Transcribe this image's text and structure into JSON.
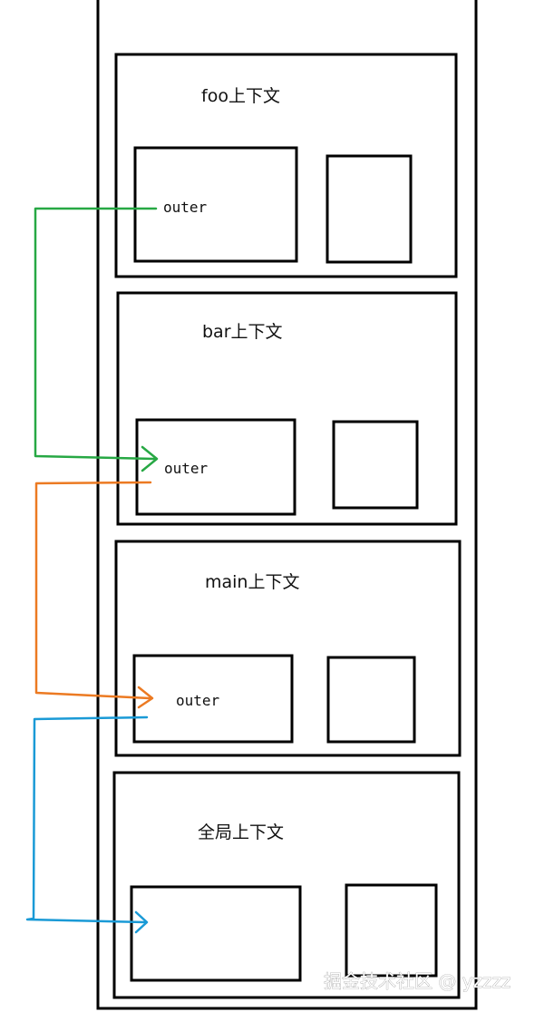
{
  "contexts": [
    {
      "title": "foo上下文",
      "variable": "outer"
    },
    {
      "title": "bar上下文",
      "variable": "outer"
    },
    {
      "title": "main上下文",
      "variable": "outer"
    },
    {
      "title": "全局上下文",
      "variable": ""
    }
  ],
  "colors": {
    "frame": "#000000",
    "link_foo_to_bar": "#27a844",
    "link_bar_to_main": "#ec7a22",
    "link_main_to_global": "#1a9ad6"
  },
  "watermark": "掘金技术社区 @ yzzzz"
}
